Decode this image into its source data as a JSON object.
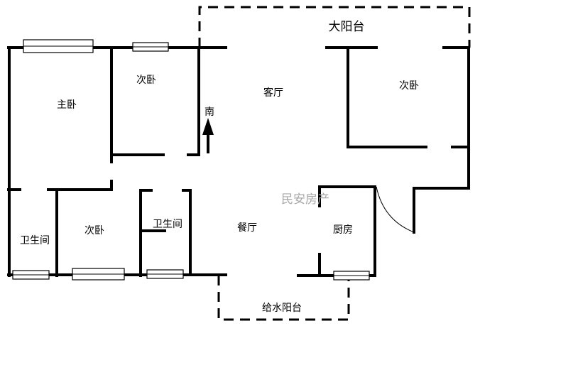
{
  "plan": {
    "watermark": "民安房产",
    "compass": "南",
    "rooms": {
      "big_balcony": "大阳台",
      "master_bedroom": "主卧",
      "second_bedroom_top": "次卧",
      "living_room": "客厅",
      "second_bedroom_right": "次卧",
      "bathroom_left": "卫生间",
      "second_bedroom_bottom": "次卧",
      "bathroom_middle": "卫生间",
      "dining_room": "餐厅",
      "kitchen": "厨房",
      "service_balcony": "给水阳台"
    },
    "colors": {
      "wall": "#000000",
      "watermark": "#a8a8a8"
    }
  }
}
